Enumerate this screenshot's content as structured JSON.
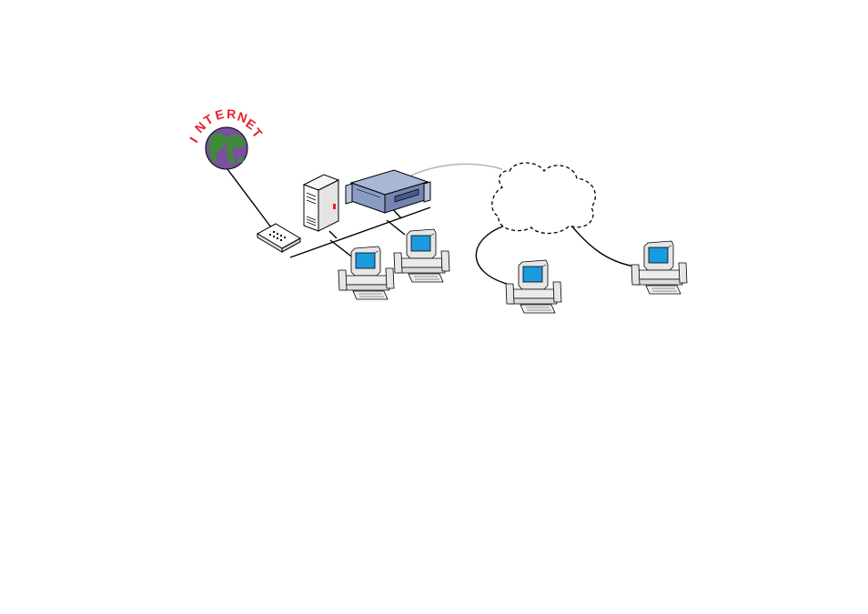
{
  "diagram": {
    "internet_label": "INTERNET",
    "colors": {
      "internet_text": "#e8202a",
      "globe_ocean": "#7a4fa0",
      "globe_land": "#3f8a3a",
      "server_blue": "#8a9cc4",
      "screen": "#1a9be0",
      "cable": "#000000",
      "wan_link": "#b4b4b4",
      "cloud_outline": "#000000"
    },
    "nodes": [
      {
        "id": "internet",
        "icon": "globe-icon"
      },
      {
        "id": "router",
        "icon": "router-icon"
      },
      {
        "id": "tower-server",
        "icon": "server-tower-icon"
      },
      {
        "id": "rack-server",
        "icon": "rack-server-icon"
      },
      {
        "id": "workstation-1",
        "icon": "computer-icon"
      },
      {
        "id": "workstation-2",
        "icon": "computer-icon"
      },
      {
        "id": "cloud",
        "icon": "cloud-icon"
      },
      {
        "id": "remote-workstation-1",
        "icon": "computer-icon"
      },
      {
        "id": "remote-workstation-2",
        "icon": "computer-icon"
      }
    ]
  }
}
